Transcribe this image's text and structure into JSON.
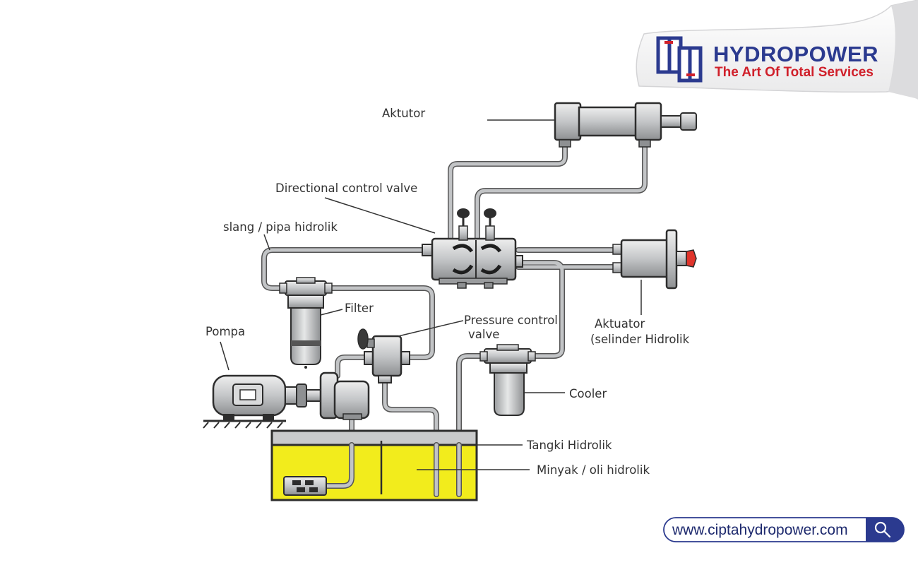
{
  "brand": {
    "logo_text": "HP",
    "title": "HYDROPOWER",
    "tagline": "The Art Of Total Services",
    "title_color": "#2b3a8f",
    "tagline_color": "#d0202a"
  },
  "diagram": {
    "labels": {
      "actuator_top": "Aktutor",
      "directional_valve": "Directional control valve",
      "hose": "slang / pipa hidrolik",
      "filter": "Filter",
      "pump": "Pompa",
      "pressure_valve_1": "Pressure control",
      "pressure_valve_2": "valve",
      "actuator_right_1": "Aktuator",
      "actuator_right_2": "(selinder Hidrolik",
      "cooler": "Cooler",
      "tank": "Tangki Hidrolik",
      "oil": "Minyak / oli hidrolik"
    },
    "colors": {
      "oil": "#f2ec1c",
      "component": "#c4c6c8",
      "pipe": "#bfc1c3",
      "outline": "#2d2d2d",
      "handle_red": "#e0342b"
    }
  },
  "footer": {
    "url": "www.ciptahydropower.com",
    "search_icon": "search-icon",
    "accent": "#2b3a8f"
  }
}
